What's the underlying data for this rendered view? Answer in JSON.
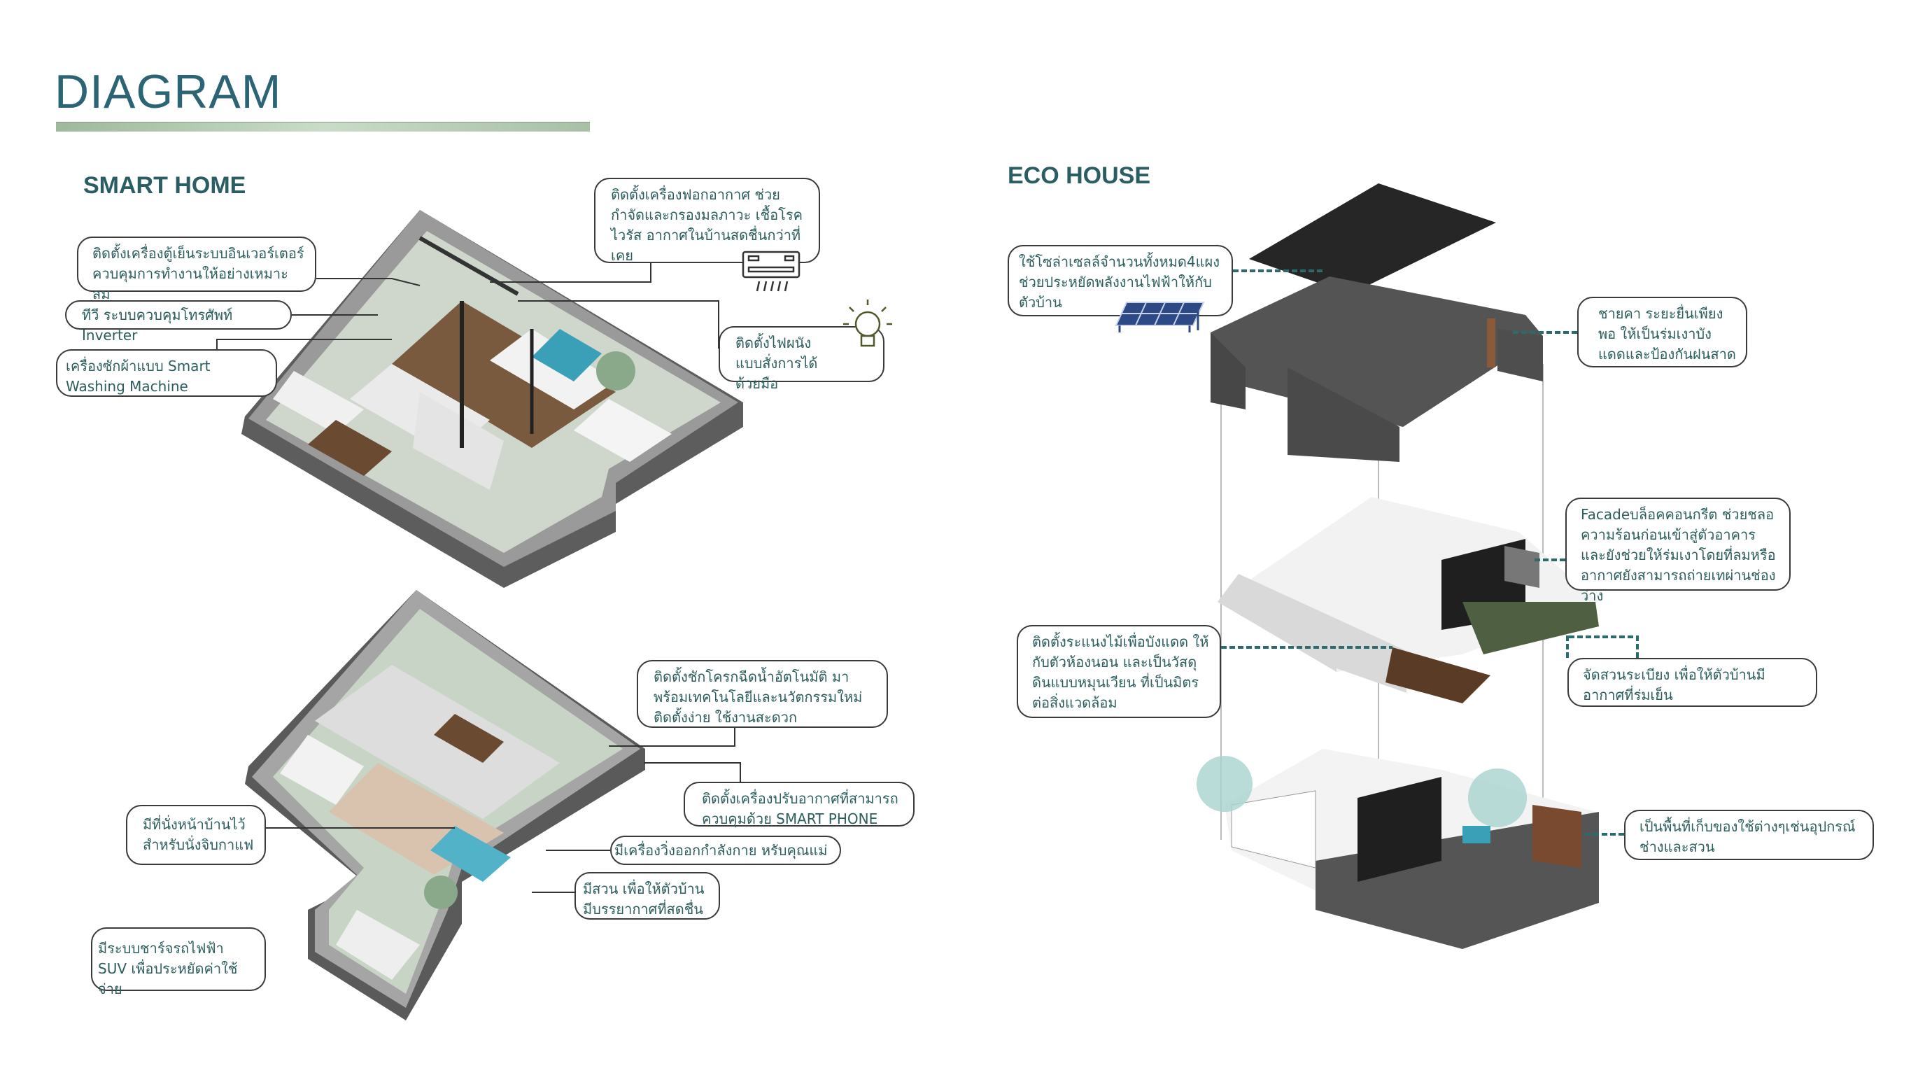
{
  "page_title": "DIAGRAM",
  "sections": {
    "smart_home": "SMART HOME",
    "eco_house": "ECO HOUSE"
  },
  "smart_home_callouts": {
    "air_purifier": "ติดตั้งเครื่องฟอกอากาศ ช่วยกำจัดและกรองมลภาวะ เชื้อโรค ไวรัส อากาศในบ้านสดชื่นกว่าที่เคย",
    "inverter_fridge": "ติดตั้งเครื่องตู้เย็นระบบอินเวอร์เตอร์ ควบคุมการทำงานให้อย่างเหมาะสม",
    "tv": "ทีวี ระบบควบคุมโทรศัพท์ Inverter",
    "washing_machine": "เครื่องซักผ้าแบบ Smart Washing Machine",
    "lighting": "ติดตั้งไฟผนัง แบบสั่งการได้ด้วยมือ",
    "toilet": "ติดตั้งชักโครกฉีดน้ำอัตโนมัติ มาพร้อมเทคโนโลยีและนวัตกรรมใหม่ ติดตั้งง่าย ใช้งานสะดวก",
    "smart_ac": "ติดตั้งเครื่องปรับอากาศที่สามารถควบคุมด้วย SMART PHONE",
    "treadmill": "มีเครื่องวิ่งออกกำลังกาย หรับคุณแม่",
    "garden": "มีสวน เพื่อให้ตัวบ้านมีบรรยากาศที่สดชื่น",
    "front_seat": "มีที่นั่งหน้าบ้านไว้ สำหรับนั่งจิบกาแฟ",
    "ev_charger": "มีระบบชาร์จรถไฟฟ้า SUV เพื่อประหยัดค่าใช้จ่าย"
  },
  "eco_house_callouts": {
    "solar": "ใช้โซล่าเซลล์จำนวนทั้งหมด4แผง ช่วยประหยัดพลังงานไฟฟ้าให้กับตัวบ้าน",
    "eaves": "ชายคา ระยะยื่นเพียงพอ ให้เป็นร่มเงาบังแดดและป้องกันฝนสาด",
    "facade": "Facadeบล็อคคอนกรีต ช่วยชลอความร้อนก่อนเข้าสู่ตัวอาคาร และยังช่วยให้ร่มเงาโดยที่ลมหรืออากาศยังสามารถถ่ายเทผ่านช่องว่าง",
    "wood_slats": "ติดตั้งระแนงไม้เพื่อบังแดด ให้กับตัวห้องนอน และเป็นวัสดุดินแบบหมุนเวียน ที่เป็นมิตรต่อสิ่งแวดล้อม",
    "garden": "จัดสวนระเบียง เพื่อให้ตัวบ้านมีอากาศที่ร่มเย็น",
    "storage": "เป็นพื้นที่เก็บของใช้ต่างๆเช่นอุปกรณ์ช่างและสวน"
  },
  "colors": {
    "title": "#2b6474",
    "callout_text": "#2c5e5e",
    "leader_dashed": "#2c6b6b"
  }
}
